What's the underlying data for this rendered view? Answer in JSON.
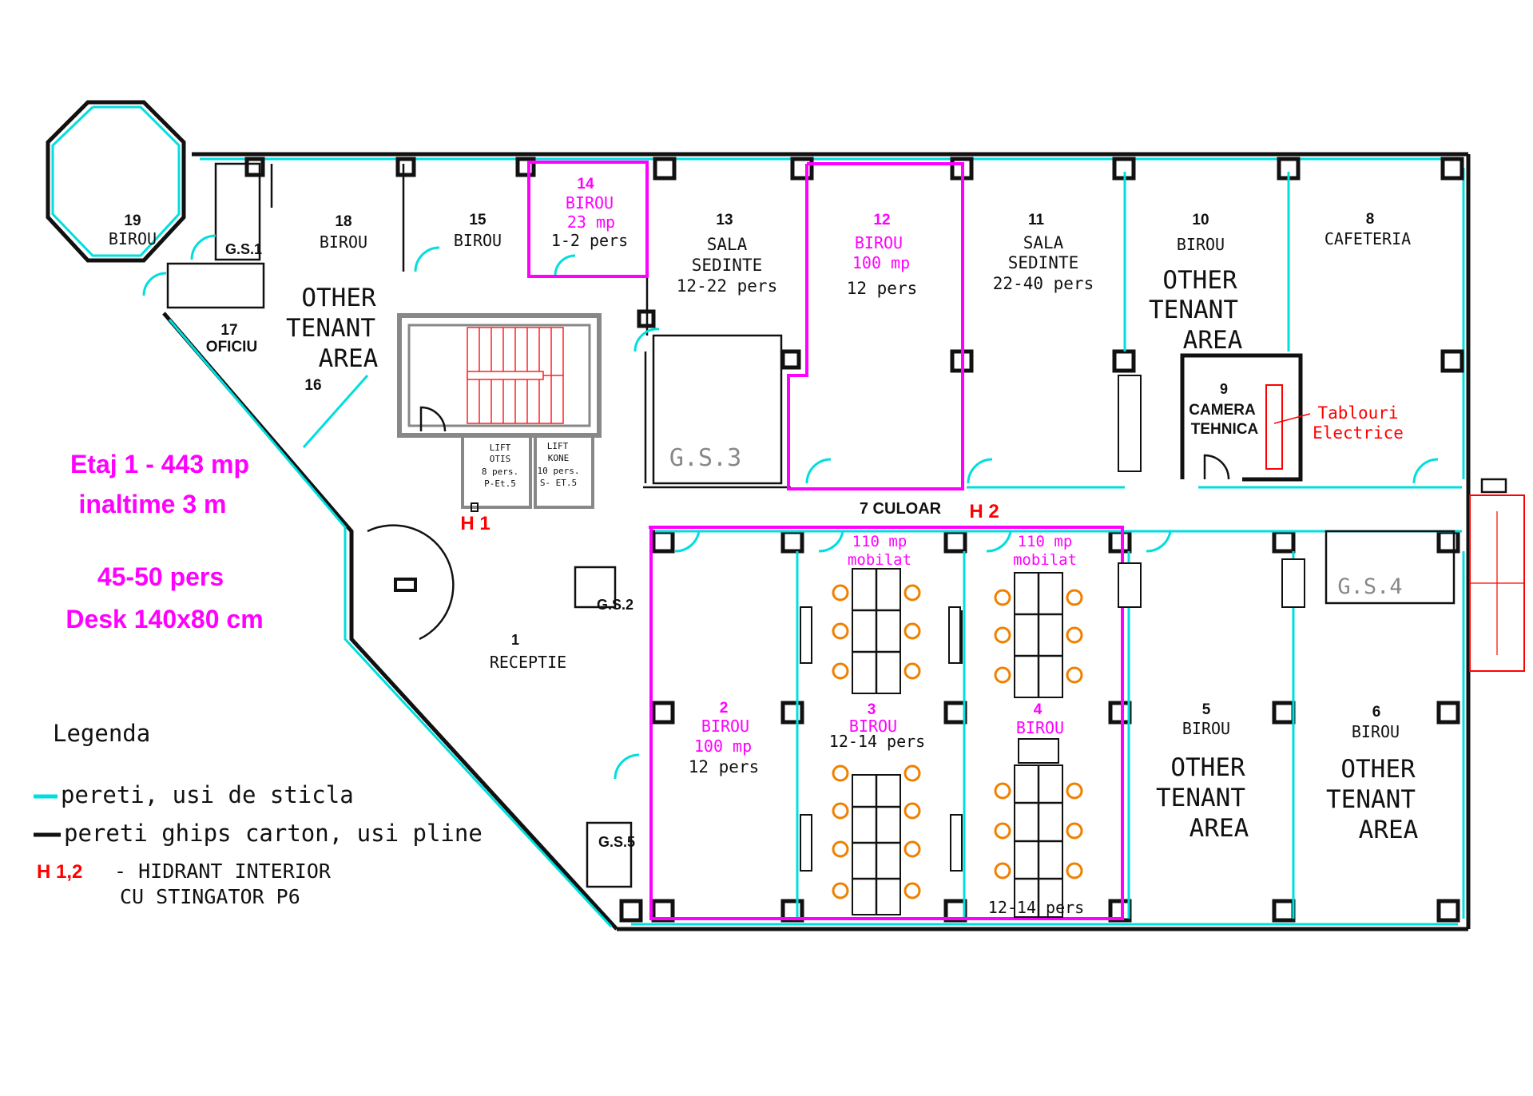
{
  "rooms": {
    "r19": {
      "num": "19",
      "name": "BIROU"
    },
    "r18": {
      "num": "18",
      "name": "BIROU"
    },
    "r15": {
      "num": "15",
      "name": "BIROU"
    },
    "r14": {
      "num": "14",
      "name": "BIROU",
      "area": "23 mp",
      "pers": "1-2 pers"
    },
    "r13": {
      "num": "13",
      "name1": "SALA",
      "name2": "SEDINTE",
      "pers": "12-22 pers"
    },
    "r12": {
      "num": "12",
      "name": "BIROU",
      "area": "100 mp",
      "pers": "12 pers"
    },
    "r11": {
      "num": "11",
      "name1": "SALA",
      "name2": "SEDINTE",
      "pers": "22-40 pers"
    },
    "r10": {
      "num": "10",
      "name": "BIROU"
    },
    "r8": {
      "num": "8",
      "name": "CAFETERIA"
    },
    "r9": {
      "num": "9",
      "name1": "CAMERA",
      "name2": "TEHNICA"
    },
    "r17": {
      "num": "17",
      "name": "OFICIU"
    },
    "r16": {
      "num": "16"
    },
    "r1": {
      "num": "1",
      "name": "RECEPTIE"
    },
    "r2": {
      "num": "2",
      "name": "BIROU",
      "area": "100 mp",
      "pers": "12 pers"
    },
    "r3": {
      "num": "3",
      "name": "BIROU",
      "pers": "12-14 pers",
      "area1": "110 mp",
      "area2": "mobilat"
    },
    "r4": {
      "num": "4",
      "name": "BIROU",
      "pers": "12-14 pers",
      "area1": "110 mp",
      "area2": "mobilat"
    },
    "r5": {
      "num": "5",
      "name": "BIROU"
    },
    "r6": {
      "num": "6",
      "name": "BIROU"
    },
    "r7": {
      "label": "7 CULOAR"
    }
  },
  "tenant": {
    "l1": "OTHER",
    "l2": "TENANT",
    "l3": "AREA"
  },
  "wc": {
    "gs1": "G.S.1",
    "gs2": "G.S.2",
    "gs3": "G.S.3",
    "gs4": "G.S.4",
    "gs5": "G.S.5"
  },
  "lifts": {
    "lift1": {
      "l1": "LIFT",
      "l2": "OTIS",
      "l3": "8 pers.",
      "l4": "P-Et.5"
    },
    "lift2": {
      "l1": "LIFT",
      "l2": "KONE",
      "l3": "10 pers.",
      "l4": "S- ET.5"
    }
  },
  "hydrants": {
    "h1": "H 1",
    "h2": "H 2"
  },
  "panel": {
    "l1": "Tablouri",
    "l2": "Electrice"
  },
  "info": {
    "floor": "Etaj 1 - 443 mp",
    "height": "inaltime 3 m",
    "people": "45-50 pers",
    "desk": "Desk 140x80 cm"
  },
  "legend": {
    "title": "Legenda",
    "glass": "pereti, usi de sticla",
    "gypsum": "pereti ghips carton, usi pline",
    "hyd_code": "H 1,2",
    "hyd_l1": "- HIDRANT INTERIOR",
    "hyd_l2": "CU STINGATOR P6"
  },
  "colors": {
    "glass": "#00dede",
    "highlight": "#ff00ff",
    "hydrant": "#ff0000",
    "furniture": "#f08000"
  }
}
